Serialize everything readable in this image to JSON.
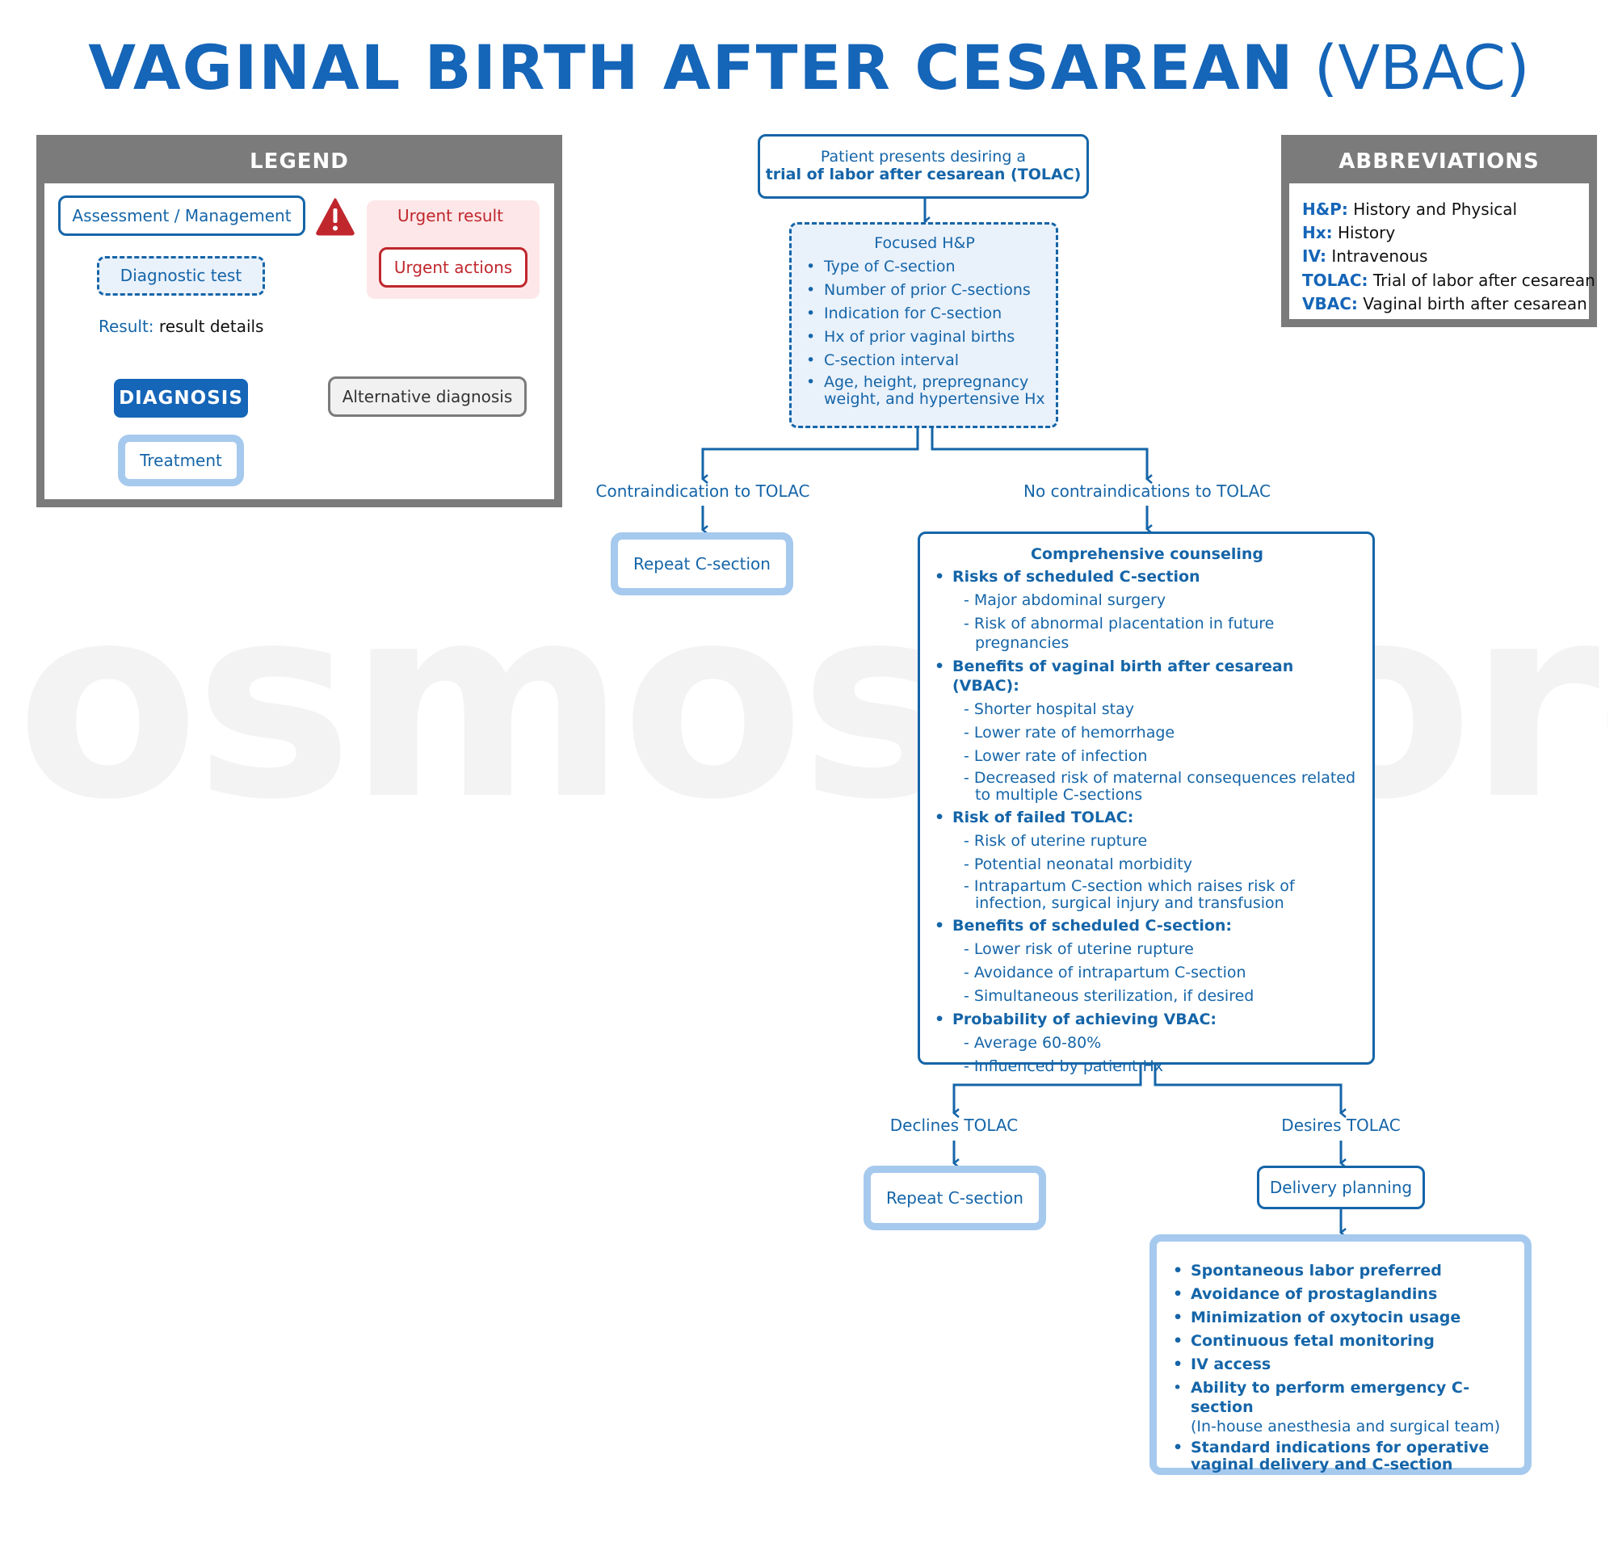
{
  "title": {
    "main": "VAGINAL BIRTH AFTER CESAREAN",
    "paren": "(VBAC)"
  },
  "watermark": "osmosis.org",
  "legend": {
    "heading": "LEGEND",
    "assessment": "Assessment / Management",
    "diagnostic": "Diagnostic test",
    "result_label": "Result:",
    "result_details": "result details",
    "diagnosis": "DIAGNOSIS",
    "treatment": "Treatment",
    "urgent_result": "Urgent result",
    "urgent_actions": "Urgent actions",
    "alternative": "Alternative diagnosis"
  },
  "abbreviations": {
    "heading": "ABBREVIATIONS",
    "items": [
      {
        "abbr": "H&P:",
        "full": "History and Physical"
      },
      {
        "abbr": "Hx:",
        "full": "History"
      },
      {
        "abbr": "IV:",
        "full": "Intravenous"
      },
      {
        "abbr": "TOLAC:",
        "full": "Trial of labor after cesarean"
      },
      {
        "abbr": "VBAC:",
        "full": "Vaginal birth after cesarean"
      }
    ]
  },
  "flow": {
    "start_line1": "Patient presents desiring a",
    "start_line2": "trial of labor after cesarean (TOLAC)",
    "hp_title": "Focused H&P",
    "hp_items": [
      "Type of C-section",
      "Number of prior C-sections",
      "Indication for C-section",
      "Hx of prior vaginal births",
      "C-section interval",
      "Age, height, prepregnancy weight, and hypertensive Hx"
    ],
    "contra": "Contraindication to TOLAC",
    "no_contra": "No contraindications to TOLAC",
    "repeat1": "Repeat C-section",
    "counsel_title": "Comprehensive counseling",
    "counsel": [
      {
        "head": "Risks of scheduled C-section",
        "subs": [
          "Major abdominal surgery",
          "Risk of abnormal placentation in future pregnancies"
        ]
      },
      {
        "head": "Benefits of vaginal birth after cesarean (VBAC):",
        "subs": [
          "Shorter hospital stay",
          "Lower rate of hemorrhage",
          "Lower rate of infection",
          "Decreased risk of maternal consequences related to multiple C-sections"
        ]
      },
      {
        "head": "Risk of failed TOLAC:",
        "subs": [
          "Risk of uterine rupture",
          "Potential neonatal morbidity",
          "Intrapartum C-section which raises risk of infection, surgical injury and transfusion"
        ]
      },
      {
        "head": "Benefits of scheduled C-section:",
        "subs": [
          "Lower risk of uterine rupture",
          "Avoidance of intrapartum C-section",
          "Simultaneous sterilization, if desired"
        ]
      },
      {
        "head": "Probability of achieving VBAC:",
        "subs": [
          "Average 60-80%",
          "Influenced by patient Hx"
        ]
      }
    ],
    "declines": "Declines TOLAC",
    "desires": "Desires TOLAC",
    "repeat2": "Repeat C-section",
    "delivery": "Delivery planning",
    "plan_items": [
      "Spontaneous labor preferred",
      "Avoidance of prostaglandins",
      "Minimization of oxytocin usage",
      "Continuous fetal monitoring",
      "IV access",
      "Ability to perform emergency C-section",
      "Standard indications for operative vaginal delivery and C-section"
    ],
    "plan_note": "(In-house anesthesia and surgical team)"
  }
}
